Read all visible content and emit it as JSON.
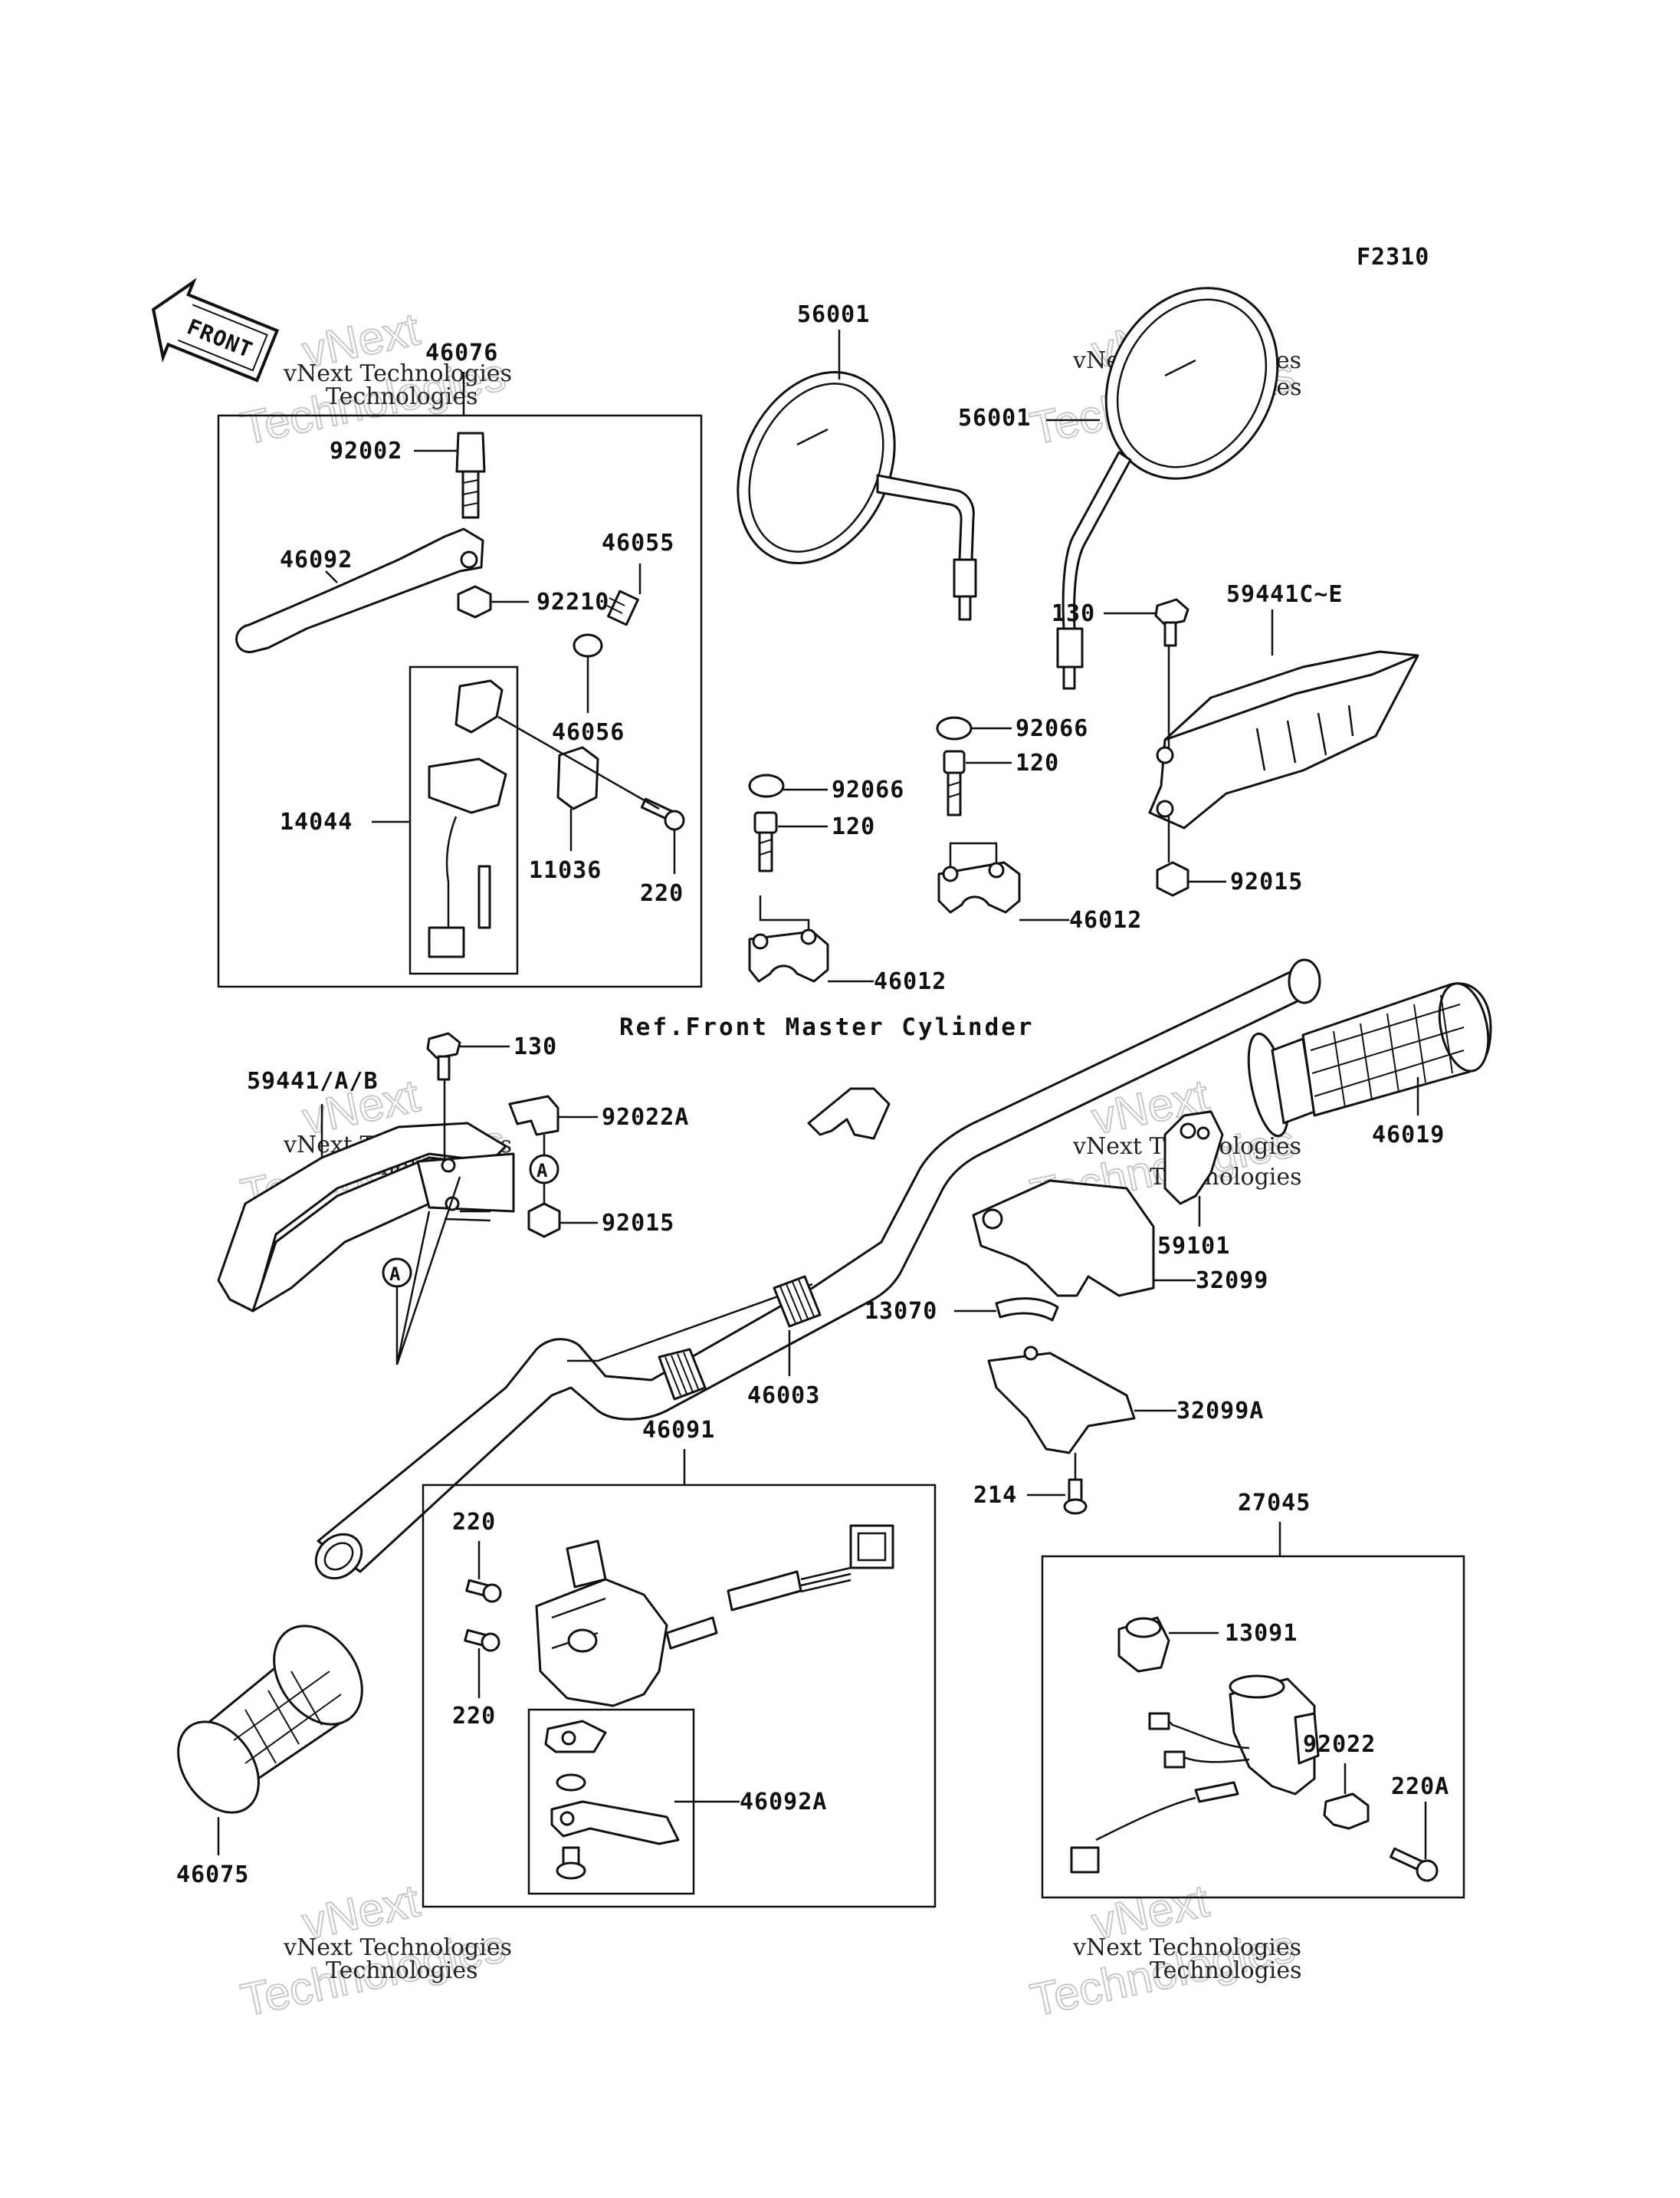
{
  "figure_code": "F2310",
  "front_label": "FRONT",
  "reference_note": "Ref.Front Master Cylinder",
  "watermark": {
    "line1": "vNext Technologies",
    "line2": "vNext Technologies"
  },
  "callouts": {
    "p46076": "46076",
    "p92002": "92002",
    "p46092": "46092",
    "p92210": "92210",
    "p46055": "46055",
    "p46056": "46056",
    "p14044": "14044",
    "p11036": "11036",
    "p220_a": "220",
    "p56001_a": "56001",
    "p56001_b": "56001",
    "p130_a": "130",
    "p59441ce": "59441C~E",
    "p92066_a": "92066",
    "p120_a": "120",
    "p92066_b": "92066",
    "p120_b": "120",
    "p92015_a": "92015",
    "p46012_a": "46012",
    "p46012_b": "46012",
    "p130_b": "130",
    "p59441ab": "59441/A/B",
    "p92022a": "92022A",
    "p92015_b": "92015",
    "p46019": "46019",
    "p59101": "59101",
    "p32099": "32099",
    "p13070": "13070",
    "p46003": "46003",
    "p32099a": "32099A",
    "p46091": "46091",
    "p214": "214",
    "p27045": "27045",
    "p220_b": "220",
    "p220_c": "220",
    "p13091": "13091",
    "p92022": "92022",
    "p220a": "220A",
    "p46092a": "46092A",
    "p46075": "46075",
    "marker_a1": "A",
    "marker_a2": "A"
  }
}
